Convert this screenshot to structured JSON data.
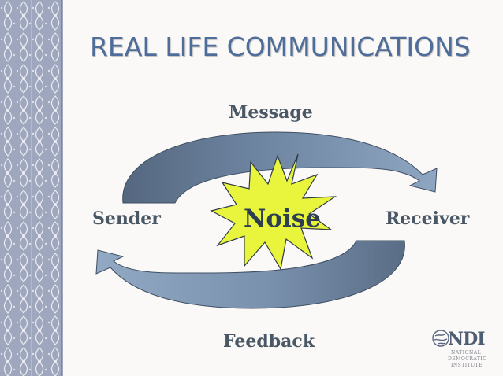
{
  "title": "REAL LIFE COMMUNICATIONS",
  "labels": {
    "message": "Message",
    "sender": "Sender",
    "receiver": "Receiver",
    "feedback": "Feedback",
    "noise": "Noise"
  },
  "logo": {
    "name": "NDI",
    "line1": "NATIONAL",
    "line2": "DEMOCRATIC",
    "line3": "INSTITUTE"
  },
  "colors": {
    "title": "#4e6d9a",
    "arrow_dark": "#5b6e87",
    "arrow_light": "#8aa2be",
    "noise_fill": "#e9f53c",
    "border_strip": "#9ea7bd",
    "label_text": "#4a5866"
  }
}
